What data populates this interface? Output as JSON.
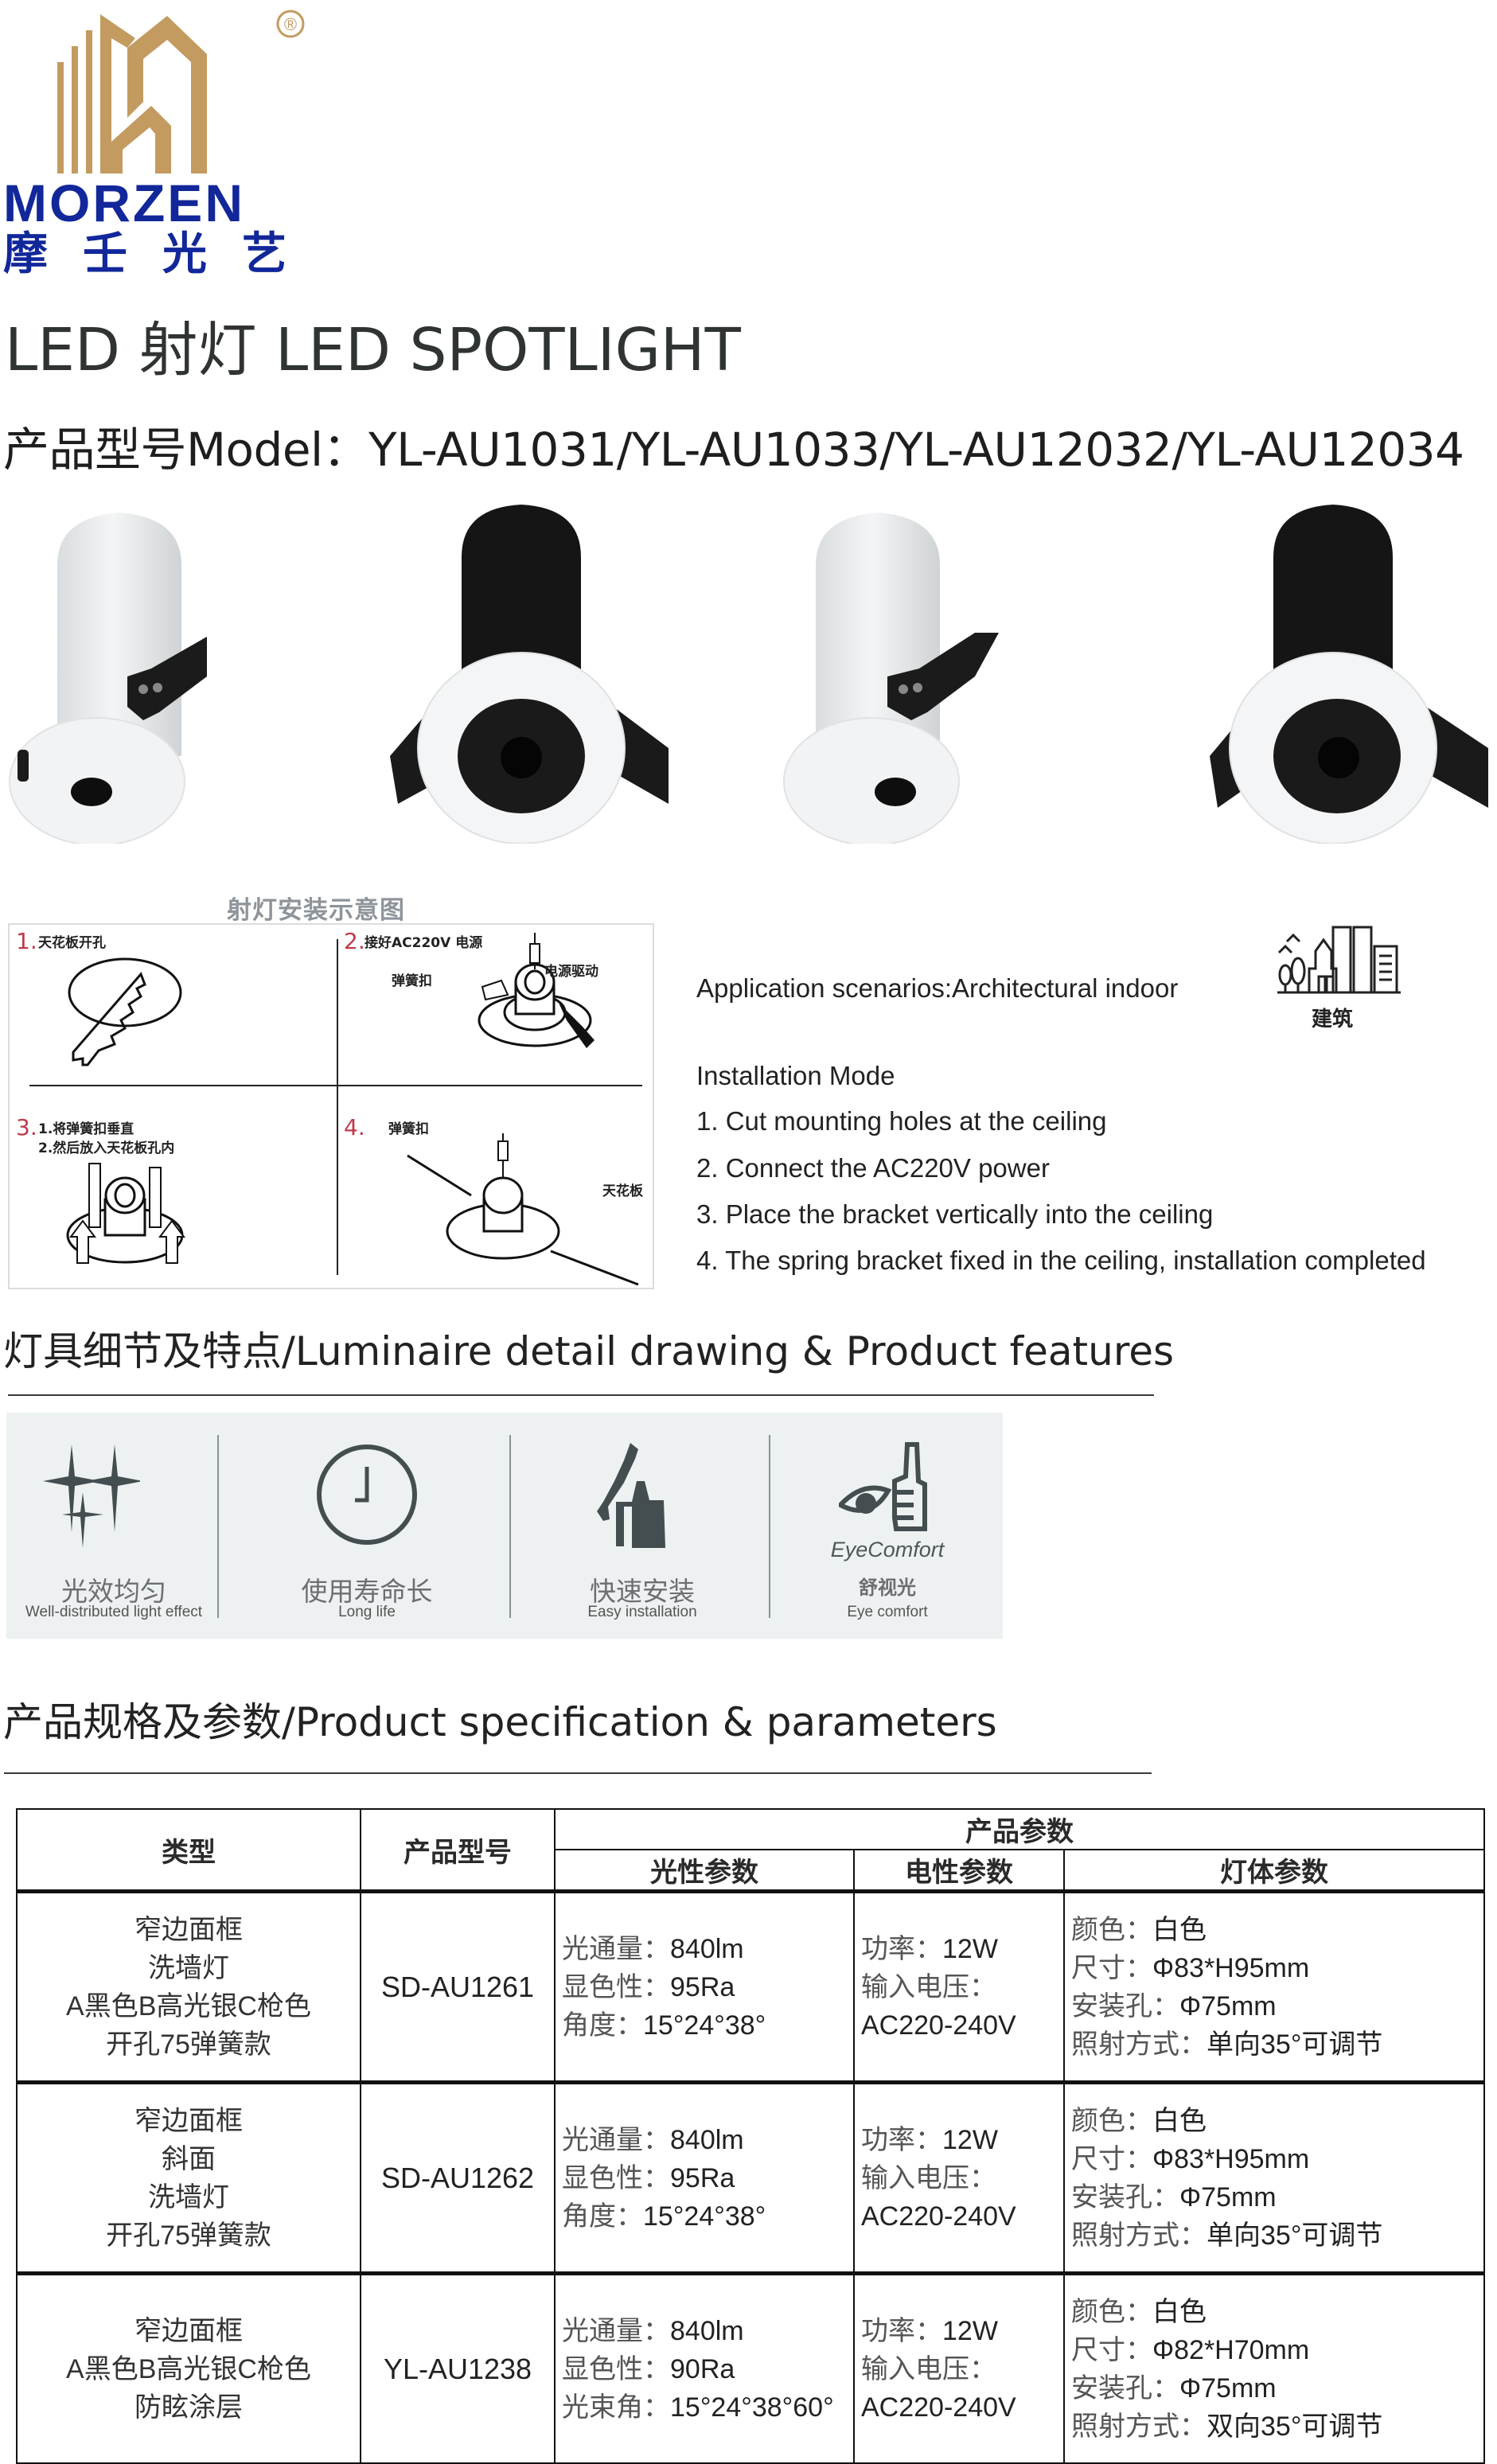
{
  "brand": {
    "name_en": "MORZEN",
    "name_cn": "摩壬光艺",
    "registered_mark": "®",
    "gold_color": "#c39a60",
    "blue_color": "#12279a"
  },
  "header": {
    "title": "LED 射灯 LED SPOTLIGHT",
    "model_line": "产品型号Model：YL-AU1031/YL-AU1033/YL-AU12032/YL-AU12034"
  },
  "product_images": [
    {
      "body_color": "white",
      "label": "white-body-lamp"
    },
    {
      "body_color": "black",
      "label": "black-body-lamp"
    },
    {
      "body_color": "white",
      "label": "white-body-lamp"
    },
    {
      "body_color": "black",
      "label": "black-body-lamp"
    }
  ],
  "install_diagram": {
    "title": "射灯安装示意图",
    "steps": [
      {
        "num": "1.",
        "labels": [
          "天花板开孔"
        ]
      },
      {
        "num": "2.",
        "labels": [
          "接好AC220V 电源",
          "电源驱动",
          "弹簧扣"
        ]
      },
      {
        "num": "3.",
        "labels": [
          "1.将弹簧扣垂直",
          "2.然后放入天花板孔内"
        ]
      },
      {
        "num": "4.",
        "labels": [
          "弹簧扣",
          "天花板"
        ]
      }
    ]
  },
  "application": {
    "text": "Application scenarios:Architectural indoor",
    "icon": "building-icon",
    "icon_label": "建筑"
  },
  "installation": {
    "title": "Installation Mode",
    "steps": [
      "1. Cut mounting holes at the ceiling",
      "2. Connect the AC220V power",
      "3. Place the bracket vertically into the ceiling",
      "4. The spring bracket fixed in the ceiling, installation completed"
    ]
  },
  "features_section": {
    "heading": "灯具细节及特点/Luminaire detail drawing & Product features",
    "items": [
      {
        "icon": "sparkle-icon",
        "cn": "光效均匀",
        "en": "Well-distributed light effect"
      },
      {
        "icon": "clock-icon",
        "cn": "使用寿命长",
        "en": "Long life"
      },
      {
        "icon": "wrench-thumbs-up-icon",
        "cn": "快速安装",
        "en": "Easy installation"
      },
      {
        "icon": "eye-thumbs-up-icon",
        "brand": "EyeComfort",
        "cn": "舒视光",
        "en": "Eye comfort"
      }
    ]
  },
  "spec_section": {
    "heading": "产品规格及参数/Product specification & parameters",
    "table": {
      "headers": {
        "type": "类型",
        "model": "产品型号",
        "params": "产品参数",
        "optical": "光性参数",
        "electrical": "电性参数",
        "body": "灯体参数"
      },
      "rows": [
        {
          "type": [
            "窄边面框",
            "洗墙灯",
            "A黑色B高光银C枪色",
            "开孔75弹簧款"
          ],
          "model": "SD-AU1261",
          "optical": [
            [
              "光通量：",
              "840lm"
            ],
            [
              "显色性：",
              "95Ra"
            ],
            [
              "角度：",
              "15°24°38°"
            ]
          ],
          "electrical": [
            [
              "功率：",
              "12W"
            ],
            [
              "输入电压：",
              ""
            ],
            [
              "",
              "AC220-240V"
            ]
          ],
          "body": [
            [
              "颜色：",
              "白色"
            ],
            [
              "尺寸：",
              "Φ83*H95mm"
            ],
            [
              "安装孔：",
              "Φ75mm"
            ],
            [
              "照射方式：",
              "单向35°可调节"
            ]
          ]
        },
        {
          "type": [
            "窄边面框",
            "斜面",
            "洗墙灯",
            "开孔75弹簧款"
          ],
          "model": "SD-AU1262",
          "optical": [
            [
              "光通量：",
              "840lm"
            ],
            [
              "显色性：",
              "95Ra"
            ],
            [
              "角度：",
              "15°24°38°"
            ]
          ],
          "electrical": [
            [
              "功率：",
              "12W"
            ],
            [
              "输入电压：",
              ""
            ],
            [
              "",
              "AC220-240V"
            ]
          ],
          "body": [
            [
              "颜色：",
              "白色"
            ],
            [
              "尺寸：",
              "Φ83*H95mm"
            ],
            [
              "安装孔：",
              "Φ75mm"
            ],
            [
              "照射方式：",
              "单向35°可调节"
            ]
          ]
        },
        {
          "type": [
            "窄边面框",
            "A黑色B高光银C枪色",
            "防眩涂层"
          ],
          "model": "YL-AU1238",
          "optical": [
            [
              "光通量：",
              "840lm"
            ],
            [
              "显色性：",
              "90Ra"
            ],
            [
              "光束角：",
              "15°24°38°60°"
            ]
          ],
          "electrical": [
            [
              "功率：",
              "12W"
            ],
            [
              "输入电压：",
              ""
            ],
            [
              "",
              "AC220-240V"
            ]
          ],
          "body": [
            [
              "颜色：",
              "白色"
            ],
            [
              "尺寸：",
              "Φ82*H70mm"
            ],
            [
              "安装孔：",
              "Φ75mm"
            ],
            [
              "照射方式：",
              "双向35°可调节"
            ]
          ]
        }
      ]
    }
  }
}
